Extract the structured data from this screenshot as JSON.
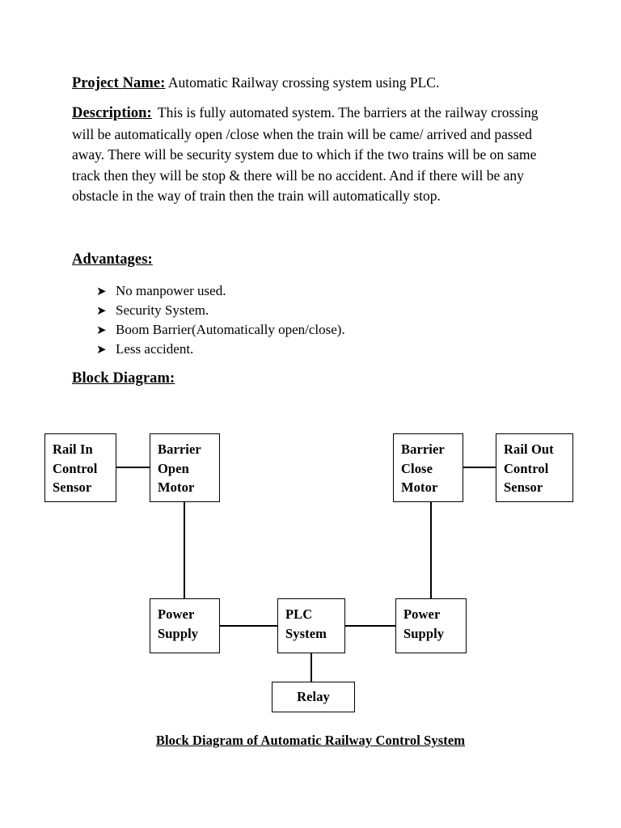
{
  "document": {
    "project": {
      "label": "Project Name:",
      "value": "Automatic Railway crossing system using PLC."
    },
    "description": {
      "label": "Description:",
      "text": "This is fully automated system. The barriers at the railway crossing will be automatically open /close when the train will be came/ arrived and passed away. There will be security system due to which if the two trains will be on same track then they will be stop & there will be no accident. And if there will be any obstacle in the way of train then the train will automatically stop."
    },
    "advantages": {
      "heading": "Advantages:",
      "bullet_glyph": "➤",
      "items": [
        "No manpower used.",
        "Security System.",
        "Boom Barrier(Automatically open/close).",
        "Less accident."
      ]
    },
    "block_diagram": {
      "heading": "Block Diagram:",
      "caption": "Block Diagram of Automatic Railway Control System",
      "nodes": {
        "rail_in": {
          "lines": [
            "Rail In",
            "Control",
            "Sensor"
          ]
        },
        "barrier_open": {
          "lines": [
            "Barrier",
            "Open",
            "Motor"
          ]
        },
        "barrier_close": {
          "lines": [
            "Barrier",
            "Close",
            "Motor"
          ]
        },
        "rail_out": {
          "lines": [
            "Rail Out",
            "Control",
            "Sensor"
          ]
        },
        "power_left": {
          "lines": [
            "Power",
            "Supply"
          ]
        },
        "plc": {
          "lines": [
            "PLC",
            "System"
          ]
        },
        "power_right": {
          "lines": [
            "Power",
            "Supply"
          ]
        },
        "relay": {
          "label": "Relay"
        }
      },
      "connections": [
        "Rail In Control Sensor - Barrier Open Motor",
        "Barrier Close Motor - Rail Out Control Sensor",
        "Barrier Open Motor - Power Supply (left)",
        "Barrier Close Motor - Power Supply (right)",
        "Power Supply (left) - PLC System",
        "PLC System - Power Supply (right)",
        "PLC System - Relay"
      ],
      "line_color": "#000000"
    }
  }
}
